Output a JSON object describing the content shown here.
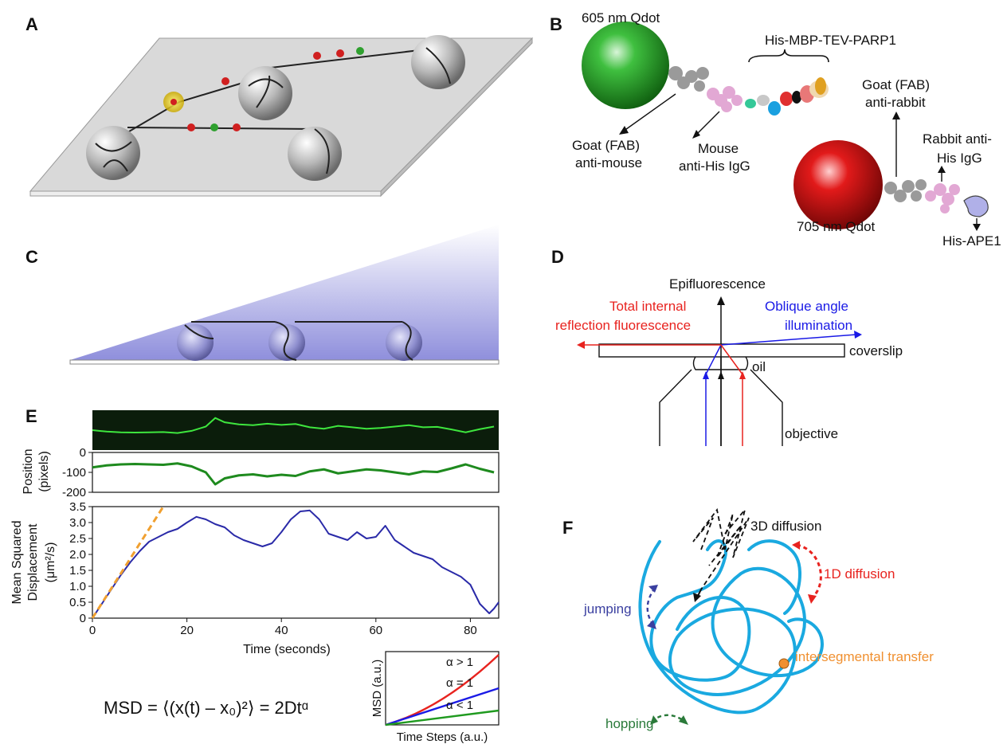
{
  "panels": {
    "A": {
      "label": "A"
    },
    "B": {
      "label": "B",
      "qdot605": "605 nm Qdot",
      "construct1": "His-MBP-TEV-PARP1",
      "goat_anti_mouse": [
        "Goat (FAB)",
        "anti-mouse"
      ],
      "mouse_anti_his": [
        "Mouse",
        "anti-His IgG"
      ],
      "goat_anti_rabbit": [
        "Goat (FAB)",
        "anti-rabbit"
      ],
      "rabbit_anti_his": [
        "Rabbit anti-",
        "His IgG"
      ],
      "qdot705": "705 nm Qdot",
      "construct2": "His-APE1"
    },
    "C": {
      "label": "C"
    },
    "D": {
      "label": "D",
      "epi": "Epifluorescence",
      "tirf": [
        "Total internal",
        "reflection fluorescence"
      ],
      "oblique": [
        "Oblique angle",
        "illumination"
      ],
      "coverslip": "coverslip",
      "oil": "oil",
      "objective": "objective",
      "colors": {
        "tirf": "#e8231f",
        "oblique": "#1a1ae6",
        "epi": "#111111"
      }
    },
    "E": {
      "label": "E",
      "formula": "MSD = ⟨(x(t) – x₀)²⟩ = 2Dtᵅ"
    },
    "F": {
      "label": "F",
      "diff3d": "3D diffusion",
      "diff1d": "1D diffusion",
      "jumping": "jumping",
      "intersegmental": "intersegmental transfer",
      "hopping": "hopping",
      "colors": {
        "dna": "#1aa9e0",
        "d1": "#e8231f",
        "jump": "#3a3fa0",
        "inter": "#f09030",
        "hop": "#2a7a3a"
      }
    }
  },
  "chart_data": [
    {
      "type": "line",
      "title": "",
      "xlabel": "",
      "ylabel": "Position (pixels)",
      "xlim": [
        0,
        86
      ],
      "ylim": [
        -200,
        0
      ],
      "yticks": [
        "0",
        "-100",
        "-200"
      ],
      "series": [
        {
          "color": "#1e8a1e",
          "x": [
            0,
            3,
            6,
            9,
            12,
            15,
            18,
            21,
            24,
            26,
            28,
            31,
            34,
            37,
            40,
            43,
            46,
            49,
            52,
            55,
            58,
            61,
            64,
            67,
            70,
            73,
            76,
            79,
            82,
            85
          ],
          "y": [
            -75,
            -65,
            -60,
            -58,
            -60,
            -62,
            -55,
            -70,
            -100,
            -160,
            -130,
            -115,
            -110,
            -120,
            -112,
            -118,
            -95,
            -85,
            -105,
            -95,
            -85,
            -90,
            -100,
            -110,
            -95,
            -98,
            -80,
            -60,
            -82,
            -100
          ]
        }
      ]
    },
    {
      "type": "line",
      "title": "",
      "xlabel": "Time (seconds)",
      "ylabel": "Mean Squared Displacement (μm²/s)",
      "xlim": [
        0,
        86
      ],
      "ylim": [
        0,
        3.5
      ],
      "xticks": [
        "0",
        "20",
        "40",
        "60",
        "80"
      ],
      "yticks": [
        "0",
        "0.5",
        "1.0",
        "1.5",
        "2.0",
        "2.5",
        "3.0",
        "3.5"
      ],
      "series": [
        {
          "name": "",
          "color": "#2a2aa8",
          "x": [
            0,
            2,
            4,
            6,
            8,
            10,
            12,
            14,
            16,
            18,
            20,
            22,
            24,
            26,
            28,
            30,
            32,
            34,
            36,
            38,
            40,
            42,
            44,
            46,
            48,
            50,
            52,
            54,
            56,
            58,
            60,
            62,
            64,
            66,
            68,
            70,
            72,
            74,
            76,
            78,
            80,
            82,
            84,
            85,
            86
          ],
          "y": [
            0,
            0.45,
            0.9,
            1.35,
            1.75,
            2.1,
            2.4,
            2.55,
            2.7,
            2.8,
            3.0,
            3.18,
            3.1,
            2.95,
            2.85,
            2.6,
            2.45,
            2.35,
            2.25,
            2.35,
            2.7,
            3.1,
            3.35,
            3.38,
            3.1,
            2.65,
            2.55,
            2.45,
            2.7,
            2.5,
            2.55,
            2.9,
            2.45,
            2.25,
            2.05,
            1.95,
            1.85,
            1.6,
            1.45,
            1.3,
            1.05,
            0.45,
            0.15,
            0.3,
            0.5
          ]
        },
        {
          "name": "",
          "color": "#f0a030",
          "dashed": true,
          "x": [
            0,
            15
          ],
          "y": [
            0,
            3.5
          ]
        }
      ]
    },
    {
      "type": "line",
      "title": "",
      "xlabel": "Time Steps (a.u.)",
      "ylabel": "MSD (a.u.)",
      "series": [
        {
          "name": "α > 1",
          "color": "#e8231f"
        },
        {
          "name": "α = 1",
          "color": "#1a1ae6"
        },
        {
          "name": "α < 1",
          "color": "#1f9a1f"
        }
      ]
    }
  ]
}
